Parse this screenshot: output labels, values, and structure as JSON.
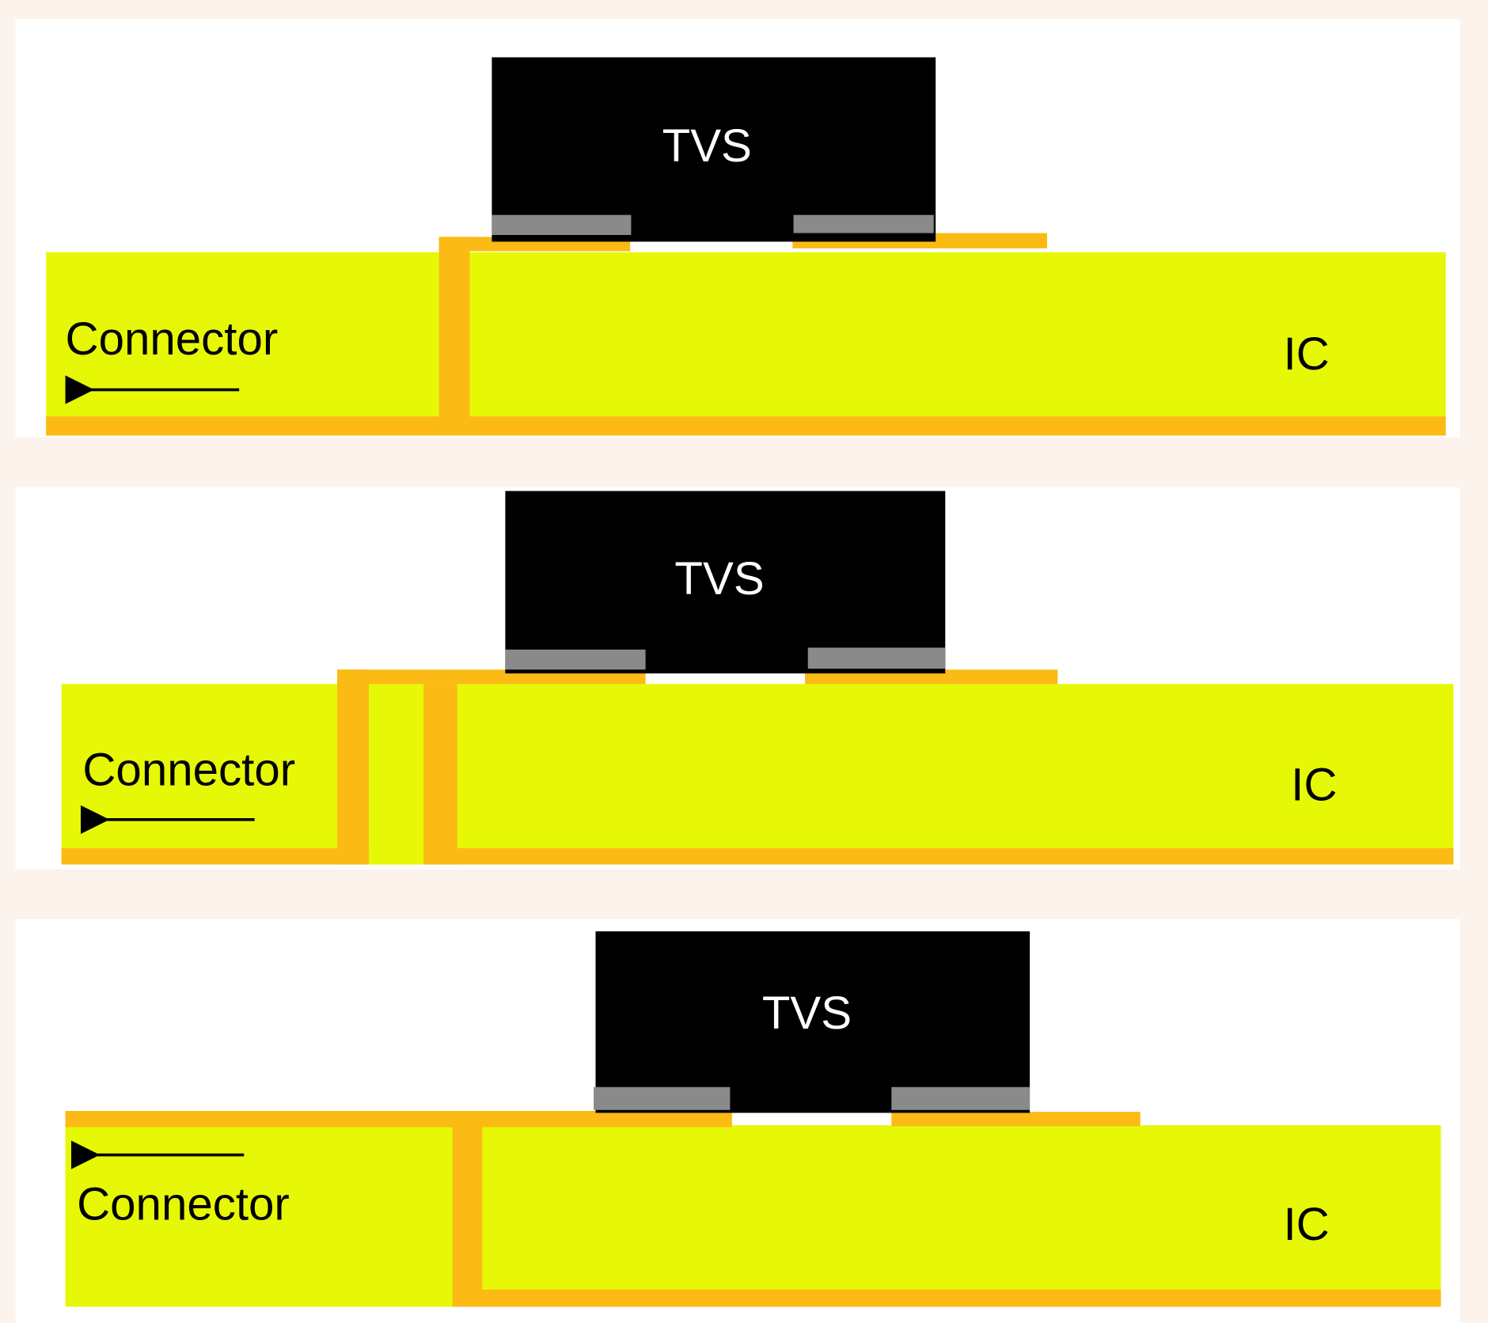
{
  "colors": {
    "board": "#e6f806",
    "copper": "#fbba14",
    "package": "#000000",
    "terminal": "#8a8a8a",
    "background": "#fbf3ec",
    "panel": "#ffffff"
  },
  "panels": [
    {
      "component_label": "TVS",
      "connector_label": "Connector",
      "ic_label": "IC",
      "arrow_icon": "arrow-left"
    },
    {
      "component_label": "TVS",
      "connector_label": "Connector",
      "ic_label": "IC",
      "arrow_icon": "arrow-left"
    },
    {
      "component_label": "TVS",
      "connector_label": "Connector",
      "ic_label": "IC",
      "arrow_icon": "arrow-left"
    }
  ]
}
